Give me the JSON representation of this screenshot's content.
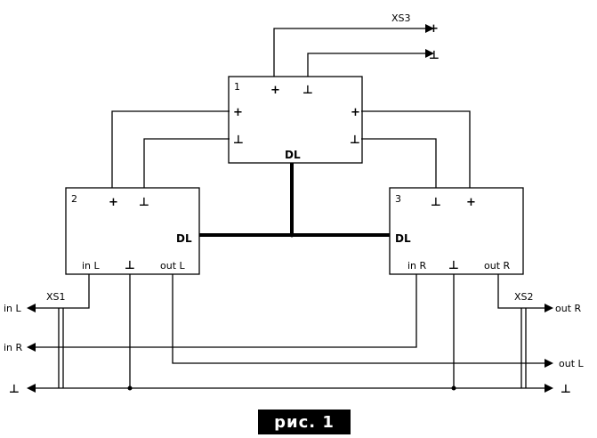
{
  "blocks": {
    "b1": {
      "number": "1",
      "plus": "+",
      "gnd": "⊥",
      "dl": "DL"
    },
    "b2": {
      "number": "2",
      "plus": "+",
      "gnd": "⊥",
      "dl": "DL",
      "in": "in L",
      "out": "out L"
    },
    "b3": {
      "number": "3",
      "plus": "+",
      "gnd": "⊥",
      "dl": "DL",
      "in": "in R",
      "out": "out R"
    }
  },
  "connectors": {
    "xs1": "XS1",
    "xs2": "XS2",
    "xs3": "XS3"
  },
  "terminals": {
    "in_l": "in L",
    "in_r": "in R",
    "gnd_left": "⊥",
    "out_r": "out R",
    "out_l": "out L",
    "gnd_right": "⊥",
    "xs3_plus": "+",
    "xs3_gnd": "⊥"
  },
  "caption": "рис. 1"
}
